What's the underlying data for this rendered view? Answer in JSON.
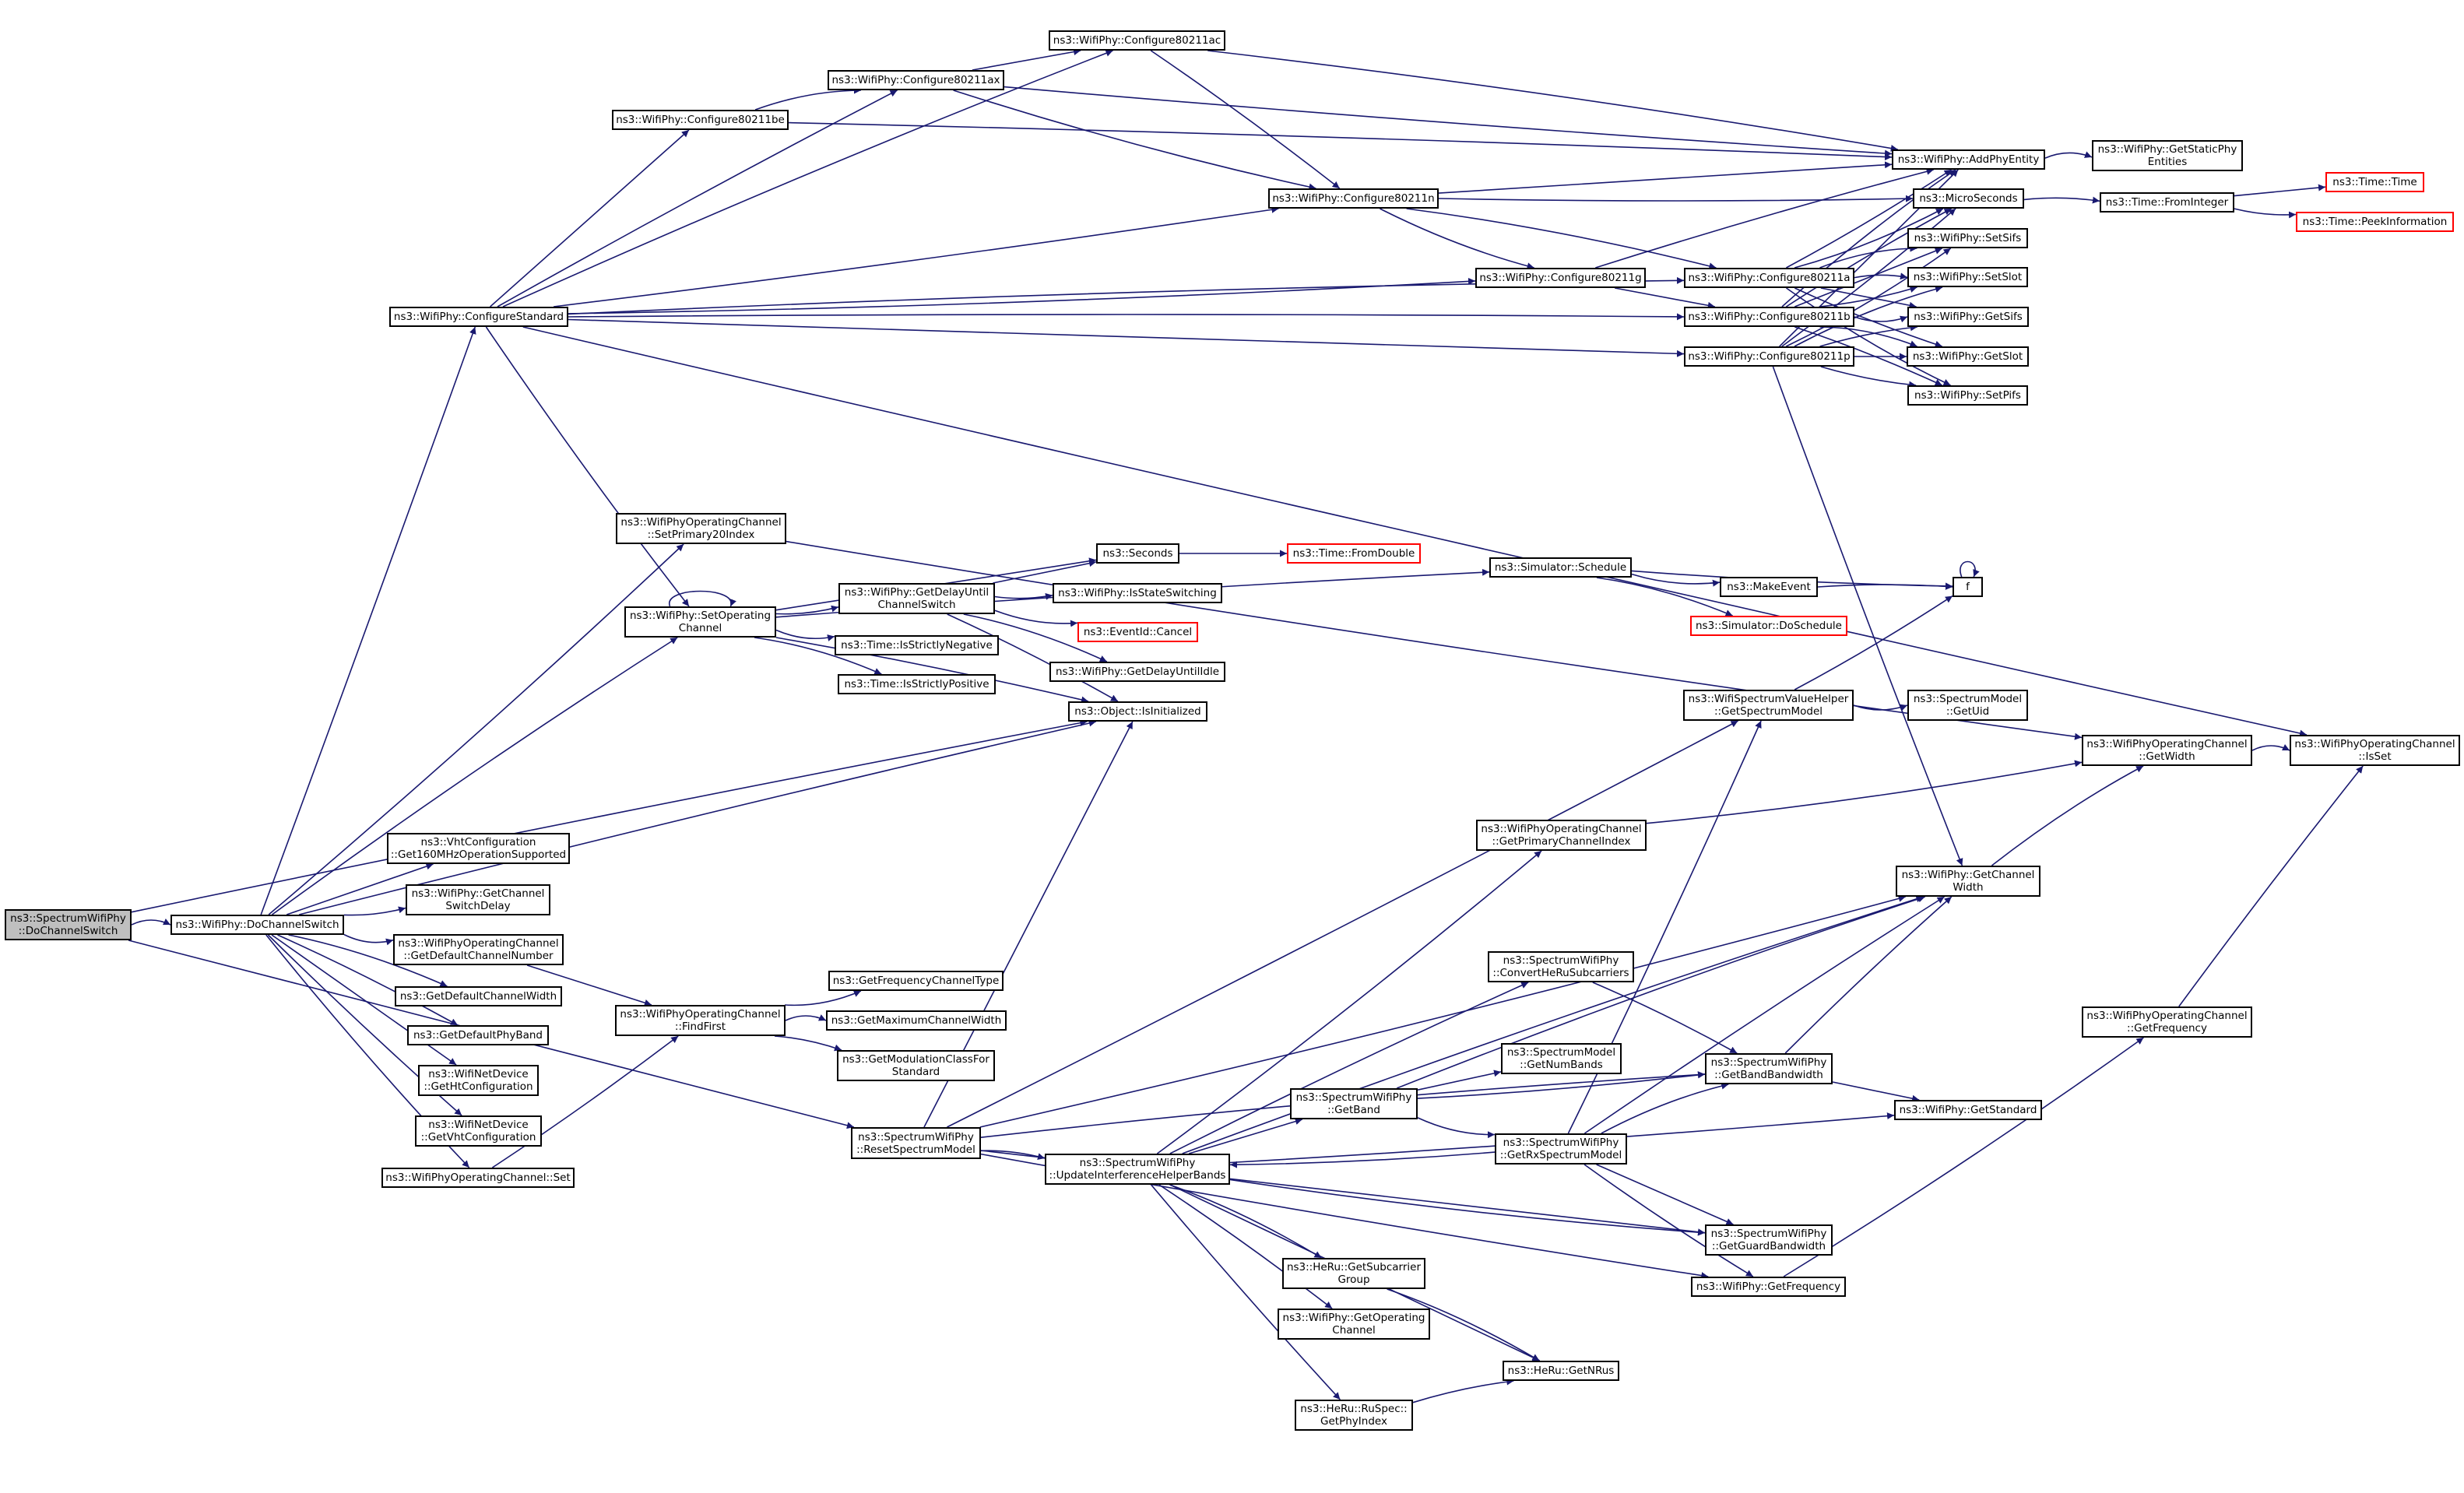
{
  "title": "Call graph of ns3::SpectrumWifiPhy::DoChannelSwitch",
  "colors": {
    "edge": "#191970",
    "current_fill": "#bfbfbf",
    "external_border": "#ff0000",
    "node_border": "#000000"
  },
  "nodes": {
    "root": {
      "label": "ns3::SpectrumWifiPhy\n::DoChannelSwitch",
      "kind": "current"
    },
    "doChannelSwitch": {
      "label": "ns3::WifiPhy::DoChannelSwitch"
    },
    "configureStandard": {
      "label": "ns3::WifiPhy::ConfigureStandard"
    },
    "cfg80211ac": {
      "label": "ns3::WifiPhy::Configure80211ac"
    },
    "cfg80211ax": {
      "label": "ns3::WifiPhy::Configure80211ax"
    },
    "cfg80211be": {
      "label": "ns3::WifiPhy::Configure80211be"
    },
    "cfg80211n": {
      "label": "ns3::WifiPhy::Configure80211n"
    },
    "cfg80211g": {
      "label": "ns3::WifiPhy::Configure80211g"
    },
    "cfg80211a": {
      "label": "ns3::WifiPhy::Configure80211a"
    },
    "cfg80211b": {
      "label": "ns3::WifiPhy::Configure80211b"
    },
    "cfg80211p": {
      "label": "ns3::WifiPhy::Configure80211p"
    },
    "addPhyEntity": {
      "label": "ns3::WifiPhy::AddPhyEntity"
    },
    "getStaticPhyEntities": {
      "label": "ns3::WifiPhy::GetStaticPhy\nEntities"
    },
    "microSeconds": {
      "label": "ns3::MicroSeconds"
    },
    "fromInteger": {
      "label": "ns3::Time::FromInteger"
    },
    "timeTime": {
      "label": "ns3::Time::Time",
      "kind": "external"
    },
    "peekInformation": {
      "label": "ns3::Time::PeekInformation",
      "kind": "external"
    },
    "setSifs": {
      "label": "ns3::WifiPhy::SetSifs"
    },
    "setSlot": {
      "label": "ns3::WifiPhy::SetSlot"
    },
    "getSifs": {
      "label": "ns3::WifiPhy::GetSifs"
    },
    "getSlot": {
      "label": "ns3::WifiPhy::GetSlot"
    },
    "setPifs": {
      "label": "ns3::WifiPhy::SetPifs"
    },
    "setPrimary20Index": {
      "label": "ns3::WifiPhyOperatingChannel\n::SetPrimary20Index"
    },
    "setOperatingChannel": {
      "label": "ns3::WifiPhy::SetOperating\nChannel"
    },
    "seconds": {
      "label": "ns3::Seconds"
    },
    "fromDouble": {
      "label": "ns3::Time::FromDouble",
      "kind": "external"
    },
    "getDelayUntilChannelSwitch": {
      "label": "ns3::WifiPhy::GetDelayUntil\nChannelSwitch"
    },
    "isStateSwitching": {
      "label": "ns3::WifiPhy::IsStateSwitching"
    },
    "eventCancel": {
      "label": "ns3::EventId::Cancel",
      "kind": "external"
    },
    "isStrictlyNegative": {
      "label": "ns3::Time::IsStrictlyNegative"
    },
    "isStrictlyPositive": {
      "label": "ns3::Time::IsStrictlyPositive"
    },
    "getDelayUntilIdle": {
      "label": "ns3::WifiPhy::GetDelayUntilIdle"
    },
    "isInitialized": {
      "label": "ns3::Object::IsInitialized"
    },
    "schedule": {
      "label": "ns3::Simulator::Schedule"
    },
    "makeEvent": {
      "label": "ns3::MakeEvent"
    },
    "doSchedule": {
      "label": "ns3::Simulator::DoSchedule",
      "kind": "external"
    },
    "f": {
      "label": "f"
    },
    "wifiSpectrumValueHelper": {
      "label": "ns3::WifiSpectrumValueHelper\n::GetSpectrumModel"
    },
    "spectrumModelGetUid": {
      "label": "ns3::SpectrumModel\n::GetUid"
    },
    "opChGetWidth": {
      "label": "ns3::WifiPhyOperatingChannel\n::GetWidth"
    },
    "opChIsSet": {
      "label": "ns3::WifiPhyOperatingChannel\n::IsSet"
    },
    "opChGetFrequency": {
      "label": "ns3::WifiPhyOperatingChannel\n::GetFrequency"
    },
    "vhtGet160": {
      "label": "ns3::VhtConfiguration\n::Get160MHzOperationSupported"
    },
    "getChannelSwitchDelay": {
      "label": "ns3::WifiPhy::GetChannel\nSwitchDelay"
    },
    "getDefaultChannelNumber": {
      "label": "ns3::WifiPhyOperatingChannel\n::GetDefaultChannelNumber"
    },
    "getDefaultChannelWidth": {
      "label": "ns3::GetDefaultChannelWidth"
    },
    "getDefaultPhyBand": {
      "label": "ns3::GetDefaultPhyBand"
    },
    "getHtConfiguration": {
      "label": "ns3::WifiNetDevice\n::GetHtConfiguration"
    },
    "getVhtConfiguration": {
      "label": "ns3::WifiNetDevice\n::GetVhtConfiguration"
    },
    "opChSet": {
      "label": "ns3::WifiPhyOperatingChannel::Set"
    },
    "findFirst": {
      "label": "ns3::WifiPhyOperatingChannel\n::FindFirst"
    },
    "getFrequencyChannelType": {
      "label": "ns3::GetFrequencyChannelType"
    },
    "getMaximumChannelWidth": {
      "label": "ns3::GetMaximumChannelWidth"
    },
    "getModulationClass": {
      "label": "ns3::GetModulationClassFor\nStandard"
    },
    "resetSpectrumModel": {
      "label": "ns3::SpectrumWifiPhy\n::ResetSpectrumModel"
    },
    "updateInterference": {
      "label": "ns3::SpectrumWifiPhy\n::UpdateInterferenceHelperBands"
    },
    "getPrimaryChannelIndex": {
      "label": "ns3::WifiPhyOperatingChannel\n::GetPrimaryChannelIndex"
    },
    "getChannelWidth": {
      "label": "ns3::WifiPhy::GetChannel\nWidth"
    },
    "convertHeRu": {
      "label": "ns3::SpectrumWifiPhy\n::ConvertHeRuSubcarriers"
    },
    "getNumBands": {
      "label": "ns3::SpectrumModel\n::GetNumBands"
    },
    "getBandBandwidth": {
      "label": "ns3::SpectrumWifiPhy\n::GetBandBandwidth"
    },
    "getBand": {
      "label": "ns3::SpectrumWifiPhy\n::GetBand"
    },
    "getStandard": {
      "label": "ns3::WifiPhy::GetStandard"
    },
    "getRxSpectrumModel": {
      "label": "ns3::SpectrumWifiPhy\n::GetRxSpectrumModel"
    },
    "getGuardBandwidth": {
      "label": "ns3::SpectrumWifiPhy\n::GetGuardBandwidth"
    },
    "wifiPhyGetFrequency": {
      "label": "ns3::WifiPhy::GetFrequency"
    },
    "getSubcarrierGroup": {
      "label": "ns3::HeRu::GetSubcarrier\nGroup"
    },
    "getOperatingChannel": {
      "label": "ns3::WifiPhy::GetOperating\nChannel"
    },
    "getNRus": {
      "label": "ns3::HeRu::GetNRus"
    },
    "getPhyIndex": {
      "label": "ns3::HeRu::RuSpec::\nGetPhyIndex"
    }
  },
  "edges": [
    [
      "root",
      "doChannelSwitch"
    ],
    [
      "root",
      "isInitialized"
    ],
    [
      "root",
      "resetSpectrumModel"
    ],
    [
      "doChannelSwitch",
      "configureStandard"
    ],
    [
      "doChannelSwitch",
      "setPrimary20Index"
    ],
    [
      "doChannelSwitch",
      "setOperatingChannel"
    ],
    [
      "doChannelSwitch",
      "isInitialized"
    ],
    [
      "doChannelSwitch",
      "vhtGet160"
    ],
    [
      "doChannelSwitch",
      "getChannelSwitchDelay"
    ],
    [
      "doChannelSwitch",
      "getDefaultChannelNumber"
    ],
    [
      "doChannelSwitch",
      "getDefaultChannelWidth"
    ],
    [
      "doChannelSwitch",
      "getDefaultPhyBand"
    ],
    [
      "doChannelSwitch",
      "getHtConfiguration"
    ],
    [
      "doChannelSwitch",
      "getVhtConfiguration"
    ],
    [
      "doChannelSwitch",
      "opChSet"
    ],
    [
      "configureStandard",
      "cfg80211ac"
    ],
    [
      "configureStandard",
      "cfg80211ax"
    ],
    [
      "configureStandard",
      "cfg80211be"
    ],
    [
      "configureStandard",
      "cfg80211n"
    ],
    [
      "configureStandard",
      "cfg80211g"
    ],
    [
      "configureStandard",
      "cfg80211a"
    ],
    [
      "configureStandard",
      "cfg80211b"
    ],
    [
      "configureStandard",
      "cfg80211p"
    ],
    [
      "configureStandard",
      "opChIsSet"
    ],
    [
      "configureStandard",
      "setOperatingChannel"
    ],
    [
      "cfg80211be",
      "cfg80211ax"
    ],
    [
      "cfg80211be",
      "addPhyEntity"
    ],
    [
      "cfg80211ax",
      "cfg80211ac"
    ],
    [
      "cfg80211ax",
      "addPhyEntity"
    ],
    [
      "cfg80211ax",
      "cfg80211n"
    ],
    [
      "cfg80211ac",
      "addPhyEntity"
    ],
    [
      "cfg80211ac",
      "cfg80211n"
    ],
    [
      "cfg80211n",
      "addPhyEntity"
    ],
    [
      "cfg80211n",
      "microSeconds"
    ],
    [
      "cfg80211n",
      "cfg80211g"
    ],
    [
      "cfg80211n",
      "cfg80211a"
    ],
    [
      "cfg80211g",
      "addPhyEntity"
    ],
    [
      "cfg80211g",
      "cfg80211b"
    ],
    [
      "cfg80211a",
      "addPhyEntity"
    ],
    [
      "cfg80211a",
      "microSeconds"
    ],
    [
      "cfg80211a",
      "setSifs"
    ],
    [
      "cfg80211a",
      "setSlot"
    ],
    [
      "cfg80211a",
      "getSifs"
    ],
    [
      "cfg80211a",
      "getSlot"
    ],
    [
      "cfg80211a",
      "setPifs"
    ],
    [
      "cfg80211b",
      "addPhyEntity"
    ],
    [
      "cfg80211b",
      "microSeconds"
    ],
    [
      "cfg80211b",
      "setSifs"
    ],
    [
      "cfg80211b",
      "setSlot"
    ],
    [
      "cfg80211b",
      "getSifs"
    ],
    [
      "cfg80211b",
      "getSlot"
    ],
    [
      "cfg80211b",
      "setPifs"
    ],
    [
      "cfg80211p",
      "addPhyEntity"
    ],
    [
      "cfg80211p",
      "microSeconds"
    ],
    [
      "cfg80211p",
      "setSifs"
    ],
    [
      "cfg80211p",
      "setSlot"
    ],
    [
      "cfg80211p",
      "getSifs"
    ],
    [
      "cfg80211p",
      "getSlot"
    ],
    [
      "cfg80211p",
      "setPifs"
    ],
    [
      "cfg80211p",
      "getChannelWidth"
    ],
    [
      "addPhyEntity",
      "getStaticPhyEntities"
    ],
    [
      "microSeconds",
      "fromInteger"
    ],
    [
      "fromInteger",
      "timeTime"
    ],
    [
      "fromInteger",
      "peekInformation"
    ],
    [
      "setPrimary20Index",
      "opChGetWidth"
    ],
    [
      "setOperatingChannel",
      "setOperatingChannel"
    ],
    [
      "setOperatingChannel",
      "schedule"
    ],
    [
      "setOperatingChannel",
      "seconds"
    ],
    [
      "setOperatingChannel",
      "getDelayUntilChannelSwitch"
    ],
    [
      "setOperatingChannel",
      "isStrictlyNegative"
    ],
    [
      "setOperatingChannel",
      "isStrictlyPositive"
    ],
    [
      "setOperatingChannel",
      "isInitialized"
    ],
    [
      "getDelayUntilChannelSwitch",
      "seconds"
    ],
    [
      "getDelayUntilChannelSwitch",
      "isStateSwitching"
    ],
    [
      "getDelayUntilChannelSwitch",
      "eventCancel"
    ],
    [
      "getDelayUntilChannelSwitch",
      "getDelayUntilIdle"
    ],
    [
      "getDelayUntilChannelSwitch",
      "isInitialized"
    ],
    [
      "seconds",
      "fromDouble"
    ],
    [
      "schedule",
      "f"
    ],
    [
      "schedule",
      "makeEvent"
    ],
    [
      "schedule",
      "doSchedule"
    ],
    [
      "makeEvent",
      "f"
    ],
    [
      "f",
      "f"
    ],
    [
      "wifiSpectrumValueHelper",
      "f"
    ],
    [
      "wifiSpectrumValueHelper",
      "spectrumModelGetUid"
    ],
    [
      "opChGetWidth",
      "opChIsSet"
    ],
    [
      "opChGetFrequency",
      "opChIsSet"
    ],
    [
      "getDefaultChannelNumber",
      "findFirst"
    ],
    [
      "opChSet",
      "findFirst"
    ],
    [
      "findFirst",
      "getFrequencyChannelType"
    ],
    [
      "findFirst",
      "getMaximumChannelWidth"
    ],
    [
      "findFirst",
      "getModulationClass"
    ],
    [
      "resetSpectrumModel",
      "isInitialized"
    ],
    [
      "resetSpectrumModel",
      "wifiSpectrumValueHelper"
    ],
    [
      "resetSpectrumModel",
      "getChannelWidth"
    ],
    [
      "resetSpectrumModel",
      "getBandBandwidth"
    ],
    [
      "resetSpectrumModel",
      "updateInterference"
    ],
    [
      "resetSpectrumModel",
      "getGuardBandwidth"
    ],
    [
      "resetSpectrumModel",
      "wifiPhyGetFrequency"
    ],
    [
      "updateInterference",
      "getPrimaryChannelIndex"
    ],
    [
      "updateInterference",
      "getChannelWidth"
    ],
    [
      "updateInterference",
      "convertHeRu"
    ],
    [
      "updateInterference",
      "getBand"
    ],
    [
      "updateInterference",
      "getStandard"
    ],
    [
      "updateInterference",
      "getGuardBandwidth"
    ],
    [
      "updateInterference",
      "getSubcarrierGroup"
    ],
    [
      "updateInterference",
      "getOperatingChannel"
    ],
    [
      "updateInterference",
      "getNRus"
    ],
    [
      "updateInterference",
      "getPhyIndex"
    ],
    [
      "getPrimaryChannelIndex",
      "opChGetWidth"
    ],
    [
      "getChannelWidth",
      "opChGetWidth"
    ],
    [
      "convertHeRu",
      "getBandBandwidth"
    ],
    [
      "getBand",
      "getNumBands"
    ],
    [
      "getBand",
      "getBandBandwidth"
    ],
    [
      "getBand",
      "getRxSpectrumModel"
    ],
    [
      "getBand",
      "getChannelWidth"
    ],
    [
      "getBandBandwidth",
      "getChannelWidth"
    ],
    [
      "getBandBandwidth",
      "getStandard"
    ],
    [
      "getRxSpectrumModel",
      "updateInterference"
    ],
    [
      "getRxSpectrumModel",
      "wifiSpectrumValueHelper"
    ],
    [
      "getRxSpectrumModel",
      "getBandBandwidth"
    ],
    [
      "getRxSpectrumModel",
      "getChannelWidth"
    ],
    [
      "getRxSpectrumModel",
      "getGuardBandwidth"
    ],
    [
      "getRxSpectrumModel",
      "wifiPhyGetFrequency"
    ],
    [
      "wifiPhyGetFrequency",
      "opChGetFrequency"
    ],
    [
      "getSubcarrierGroup",
      "getNRus"
    ],
    [
      "getPhyIndex",
      "getNRus"
    ]
  ]
}
